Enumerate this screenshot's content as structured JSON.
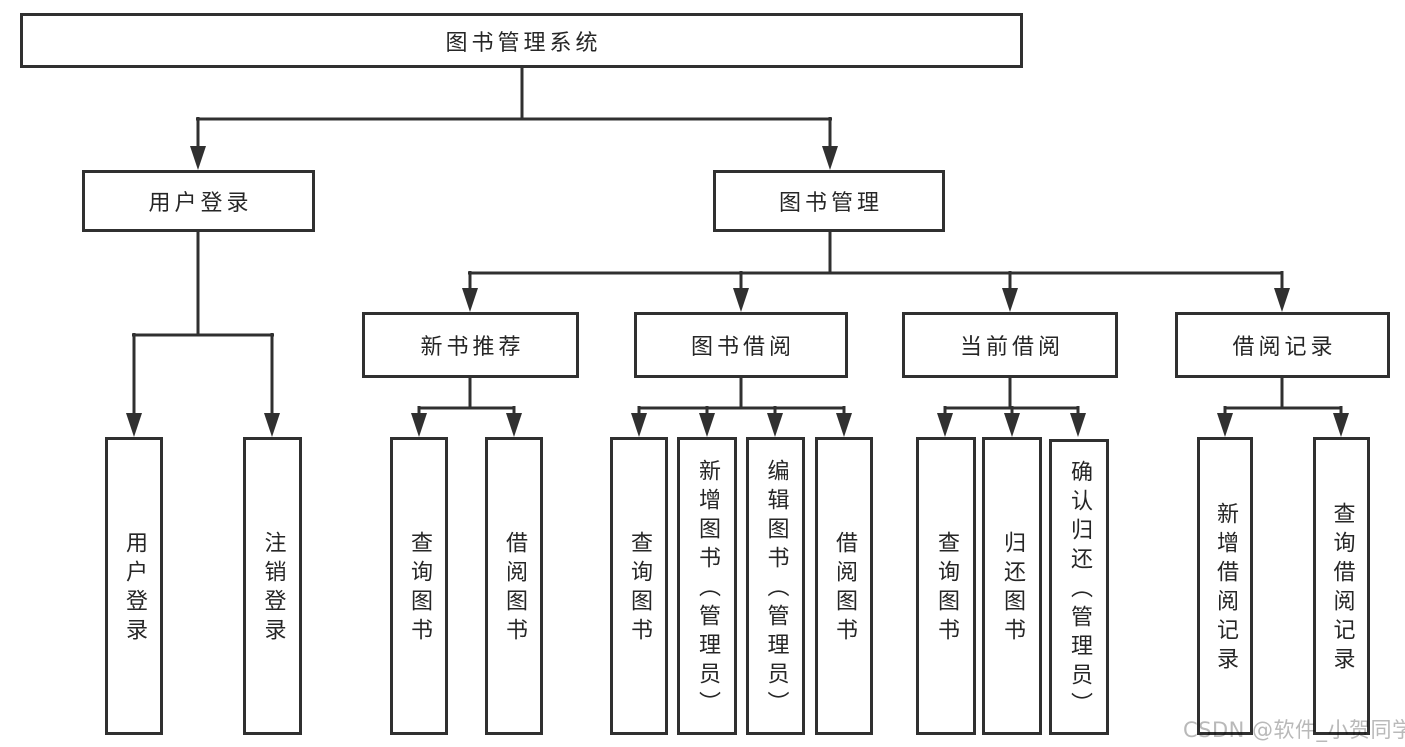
{
  "tree": {
    "label": "图书管理系统",
    "children": [
      {
        "label": "用户登录",
        "children": [
          {
            "label": "用户登录"
          },
          {
            "label": "注销登录"
          }
        ]
      },
      {
        "label": "图书管理",
        "children": [
          {
            "label": "新书推荐",
            "children": [
              {
                "label": "查询图书"
              },
              {
                "label": "借阅图书"
              }
            ]
          },
          {
            "label": "图书借阅",
            "children": [
              {
                "label": "查询图书"
              },
              {
                "label": "新增图书（管理员）"
              },
              {
                "label": "编辑图书（管理员）"
              },
              {
                "label": "借阅图书"
              }
            ]
          },
          {
            "label": "当前借阅",
            "children": [
              {
                "label": "查询图书"
              },
              {
                "label": "归还图书"
              },
              {
                "label": "确认归还（管理员）"
              }
            ]
          },
          {
            "label": "借阅记录",
            "children": [
              {
                "label": "新增借阅记录"
              },
              {
                "label": "查询借阅记录"
              }
            ]
          }
        ]
      }
    ]
  },
  "watermark": "CSDN @软件_小贺同学",
  "colors": {
    "line": "#303030",
    "box_border": "#303030",
    "box_fill": "#ffffff",
    "text": "#262626",
    "watermark": "#b9b9b9",
    "background": "#ffffff"
  }
}
